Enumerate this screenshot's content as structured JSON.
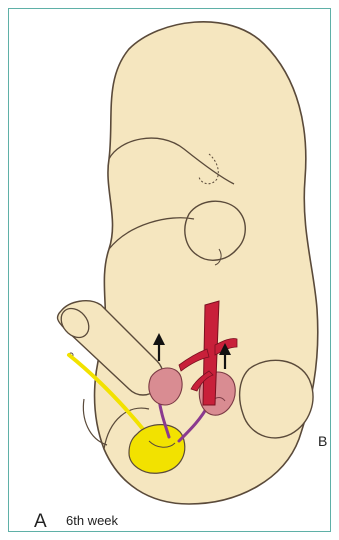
{
  "figure": {
    "panel_letter": "A",
    "caption": "6th week",
    "side_letter": "B"
  },
  "colors": {
    "frame": "#5fb0a7",
    "embryo_fill": "#f5e6bf",
    "outline": "#5a4a3a",
    "vessel": "#c8203a",
    "kidney": "#d98c92",
    "ureter": "#8b3a8f",
    "bladder": "#f2e200",
    "arrow": "#111111"
  },
  "icons": [
    "upward-arrow-icon"
  ]
}
